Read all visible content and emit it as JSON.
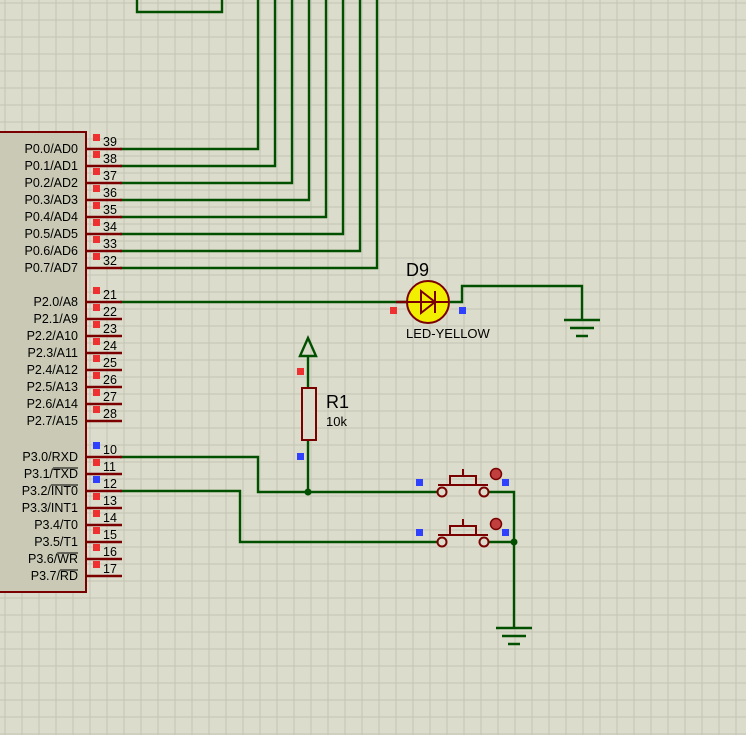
{
  "mcu": {
    "pins": [
      {
        "label": "P0.0/AD0",
        "num": "39",
        "marker": "red"
      },
      {
        "label": "P0.1/AD1",
        "num": "38",
        "marker": "red"
      },
      {
        "label": "P0.2/AD2",
        "num": "37",
        "marker": "red"
      },
      {
        "label": "P0.3/AD3",
        "num": "36",
        "marker": "red"
      },
      {
        "label": "P0.4/AD4",
        "num": "35",
        "marker": "red"
      },
      {
        "label": "P0.5/AD5",
        "num": "34",
        "marker": "red"
      },
      {
        "label": "P0.6/AD6",
        "num": "33",
        "marker": "red"
      },
      {
        "label": "P0.7/AD7",
        "num": "32",
        "marker": "red"
      },
      {
        "label": "P2.0/A8",
        "num": "21",
        "marker": "red"
      },
      {
        "label": "P2.1/A9",
        "num": "22",
        "marker": "red"
      },
      {
        "label": "P2.2/A10",
        "num": "23",
        "marker": "red"
      },
      {
        "label": "P2.3/A11",
        "num": "24",
        "marker": "red"
      },
      {
        "label": "P2.4/A12",
        "num": "25",
        "marker": "red"
      },
      {
        "label": "P2.5/A13",
        "num": "26",
        "marker": "red"
      },
      {
        "label": "P2.6/A14",
        "num": "27",
        "marker": "red"
      },
      {
        "label": "P2.7/A15",
        "num": "28",
        "marker": "red"
      },
      {
        "label": "P3.0/RXD",
        "num": "10",
        "marker": "blue"
      },
      {
        "label": "P3.1/TXD",
        "num": "11",
        "marker": "red"
      },
      {
        "label": "P3.2/INT0",
        "num": "12",
        "marker": "blue"
      },
      {
        "label": "P3.3/INT1",
        "num": "13",
        "marker": "red"
      },
      {
        "label": "P3.4/T0",
        "num": "14",
        "marker": "red"
      },
      {
        "label": "P3.5/T1",
        "num": "15",
        "marker": "red"
      },
      {
        "label": "P3.6/WR",
        "num": "16",
        "marker": "red"
      },
      {
        "label": "P3.7/RD",
        "num": "17",
        "marker": "red"
      }
    ]
  },
  "led": {
    "ref": "D9",
    "value": "LED-YELLOW"
  },
  "resistor": {
    "ref": "R1",
    "value": "10k"
  },
  "colors": {
    "wire": "#005000",
    "component": "#7a0000",
    "background": "#dcdccc",
    "grid": "#c4c4b4",
    "led_fill": "#f2ee00",
    "marker_red": "#ee3030",
    "marker_blue": "#3040ff"
  }
}
